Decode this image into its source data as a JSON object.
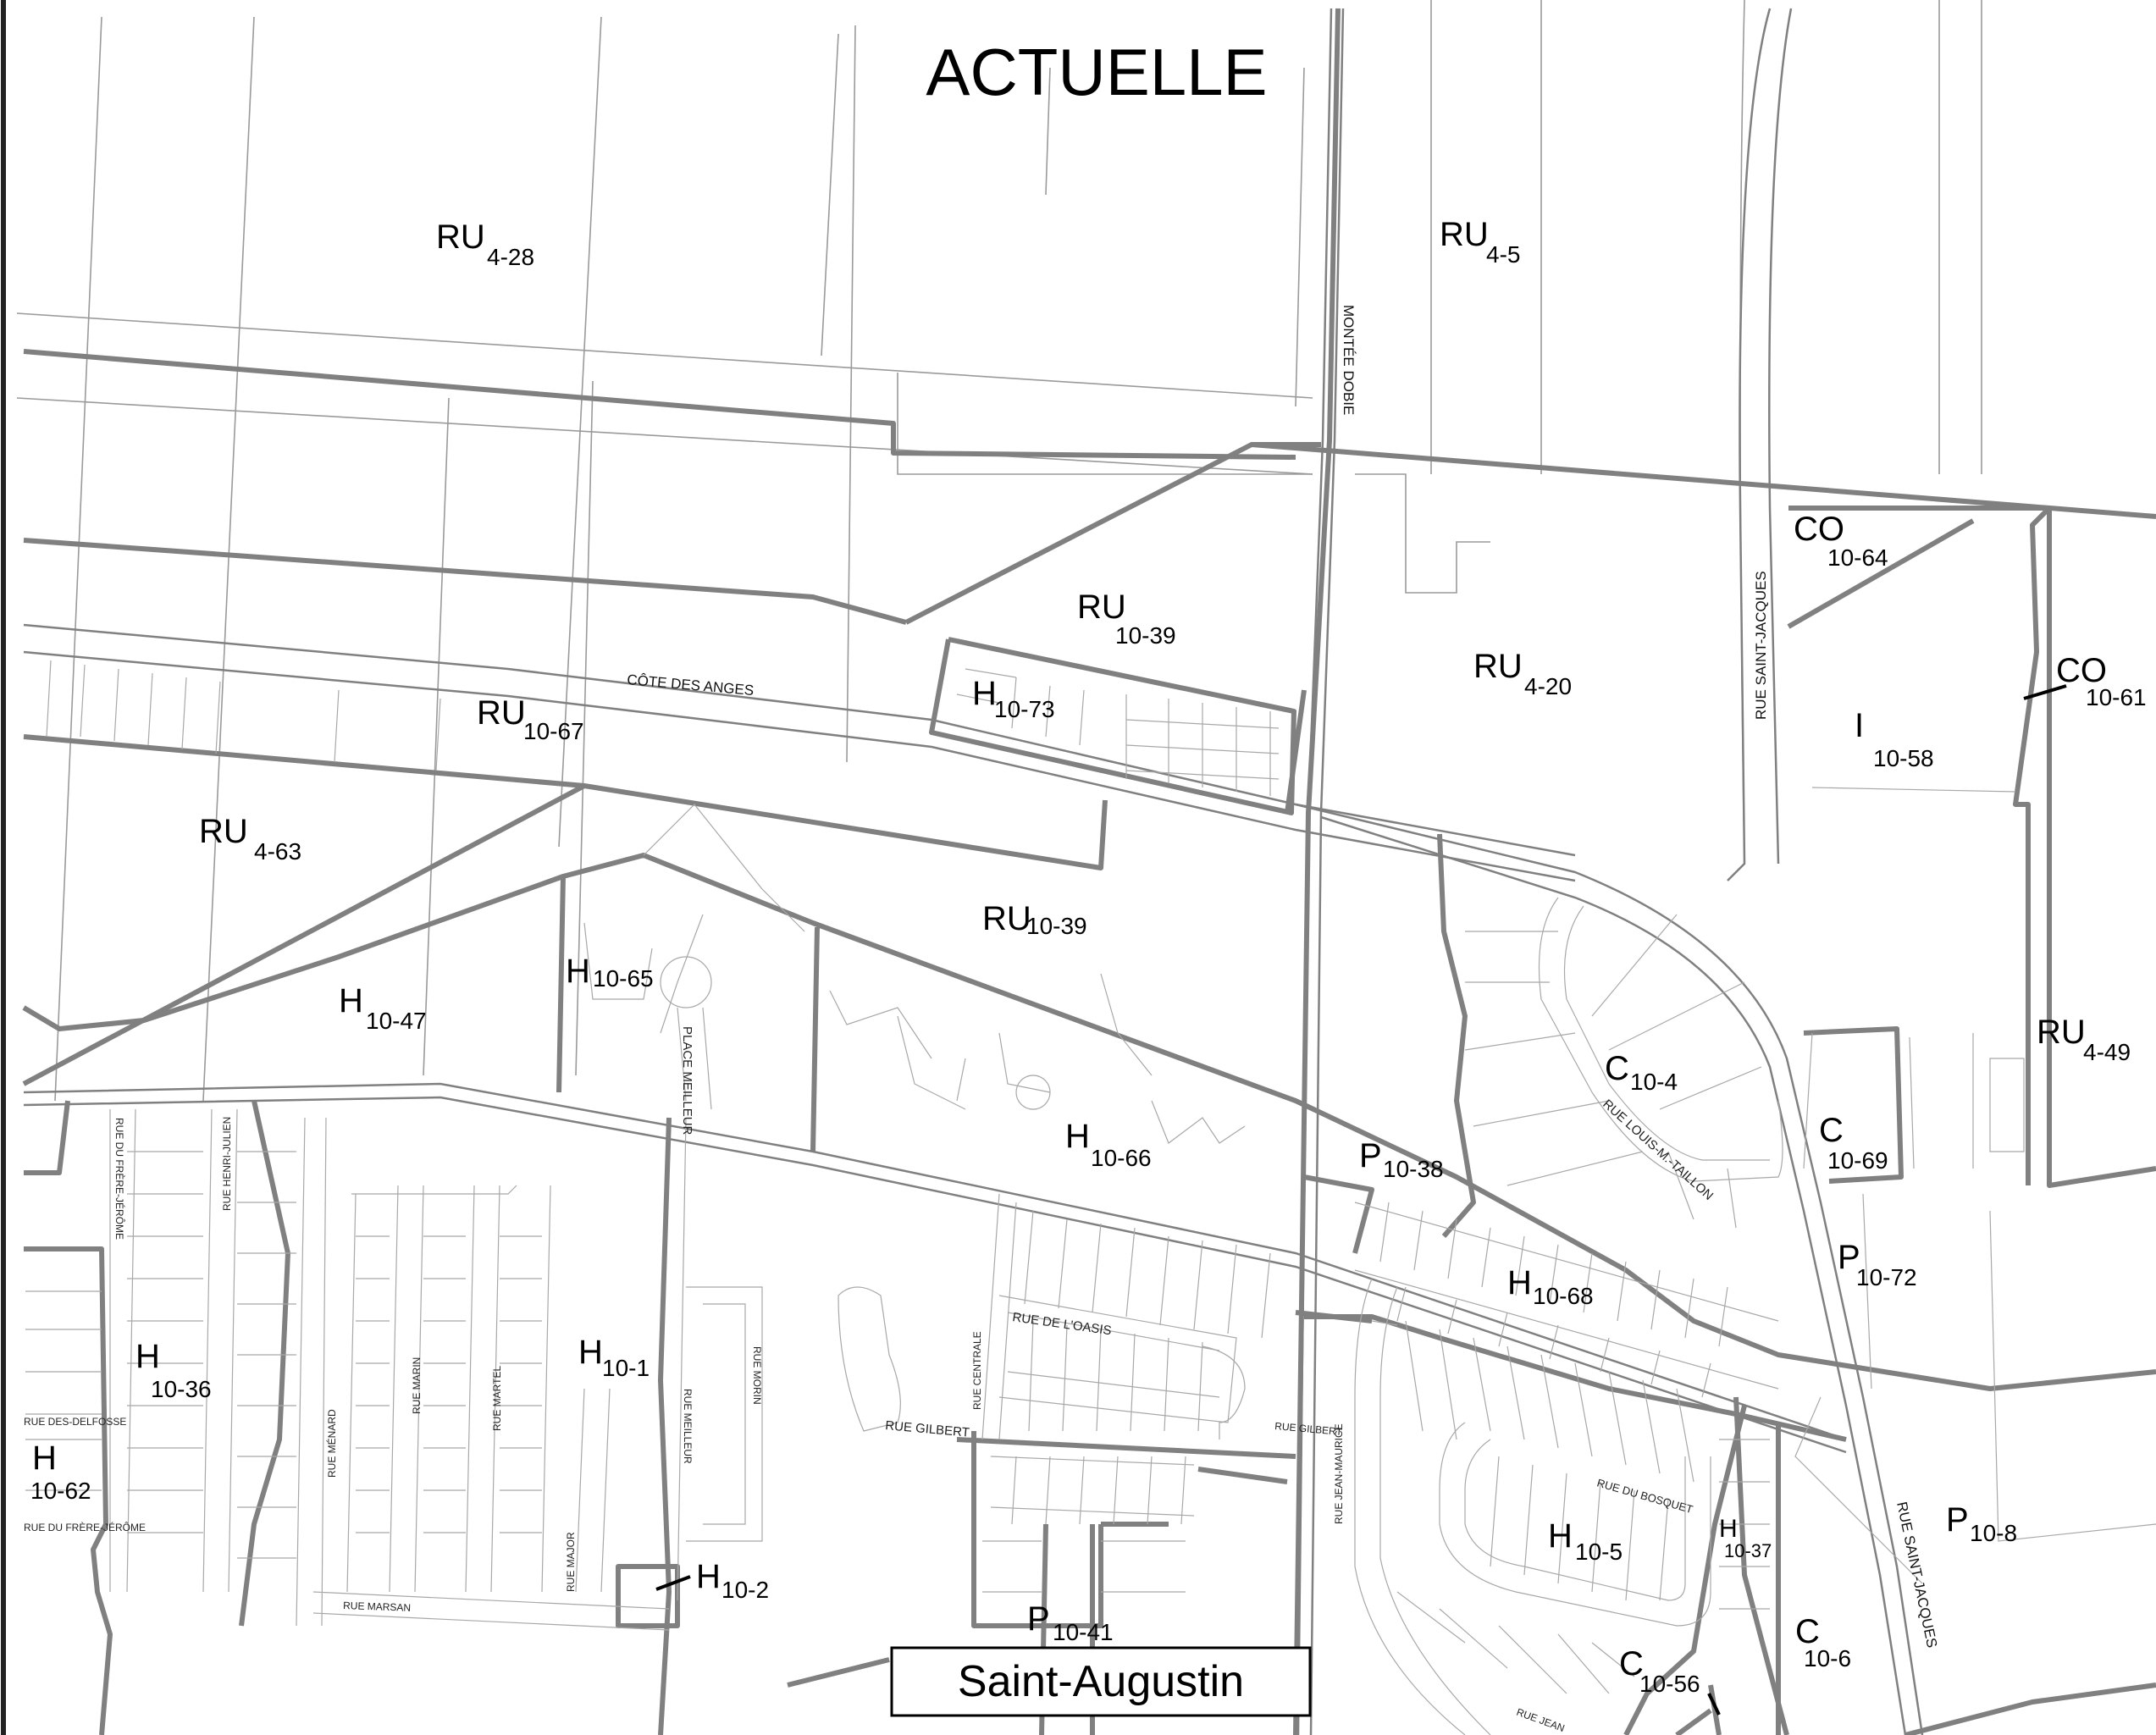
{
  "title": "ACTUELLE",
  "place_name": "Saint-Augustin",
  "zones": [
    {
      "code": "RU",
      "sub": "4-28"
    },
    {
      "code": "RU",
      "sub": "4-5"
    },
    {
      "code": "RU",
      "sub": "10-39"
    },
    {
      "code": "RU",
      "sub": "4-20"
    },
    {
      "code": "CO",
      "sub": "10-64"
    },
    {
      "code": "CO",
      "sub": "10-61"
    },
    {
      "code": "I",
      "sub": "10-58"
    },
    {
      "code": "H",
      "sub": "10-73"
    },
    {
      "code": "RU",
      "sub": "10-67"
    },
    {
      "code": "RU",
      "sub": "4-63"
    },
    {
      "code": "RU",
      "sub": "10-39"
    },
    {
      "code": "H",
      "sub": "10-65"
    },
    {
      "code": "H",
      "sub": "10-47"
    },
    {
      "code": "RU",
      "sub": "4-49"
    },
    {
      "code": "C",
      "sub": "10-4"
    },
    {
      "code": "C",
      "sub": "10-69"
    },
    {
      "code": "H",
      "sub": "10-66"
    },
    {
      "code": "P",
      "sub": "10-38"
    },
    {
      "code": "H",
      "sub": "10-68"
    },
    {
      "code": "P",
      "sub": "10-72"
    },
    {
      "code": "H",
      "sub": "10-36"
    },
    {
      "code": "H",
      "sub": "10-1"
    },
    {
      "code": "H",
      "sub": "10-62"
    },
    {
      "code": "H",
      "sub": "10-5"
    },
    {
      "code": "H",
      "sub": "10-37"
    },
    {
      "code": "P",
      "sub": "10-8"
    },
    {
      "code": "H",
      "sub": "10-2"
    },
    {
      "code": "P",
      "sub": "10-41"
    },
    {
      "code": "C",
      "sub": "10-6"
    },
    {
      "code": "C",
      "sub": "10-56"
    }
  ],
  "streets": [
    "MONTÉE DOBIE",
    "RUE SAINT-JACQUES",
    "CÔTE DES ANGES",
    "RUE LOUIS-M.-TAILLON",
    "PLACE MEILLEUR",
    "RUE DU FRÈRE-JÉRÔME",
    "RUE HENRI-JULIEN",
    "RUE DE L'OASIS",
    "RUE GILBERT",
    "RUE CENTRALE",
    "RUE MORIN",
    "RUE MEILLEUR",
    "RUE MARTEL",
    "RUE MARIN",
    "RUE MÉNARD",
    "RUE MARSAN",
    "RUE MAJOR",
    "RUE JEAN-MAURICE",
    "RUE DU BOSQUET",
    "RUE SAINT-JACQUES",
    "RUE DES-DELFOSSE",
    "RUE DU FRÈRE-JÉRÔME",
    "RUE GILBERT",
    "RUE JEAN"
  ]
}
